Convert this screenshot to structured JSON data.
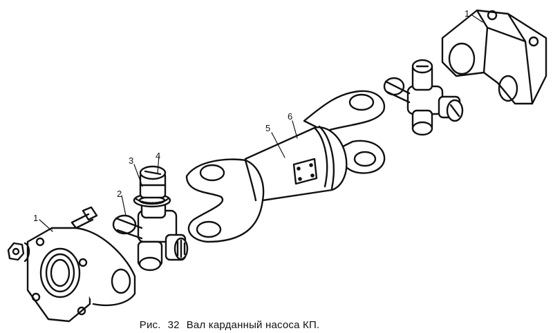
{
  "caption": {
    "prefix": "Рис.",
    "number": "32",
    "title": "Вал карданный насоса КП."
  },
  "callouts": {
    "flange_top": "1",
    "flange_bottom": "1",
    "cross": "2",
    "seal": "3",
    "bearing_cup": "4",
    "marking_plate": "5",
    "shaft": "6"
  },
  "colors": {
    "ink": "#111111",
    "paper": "#ffffff"
  }
}
